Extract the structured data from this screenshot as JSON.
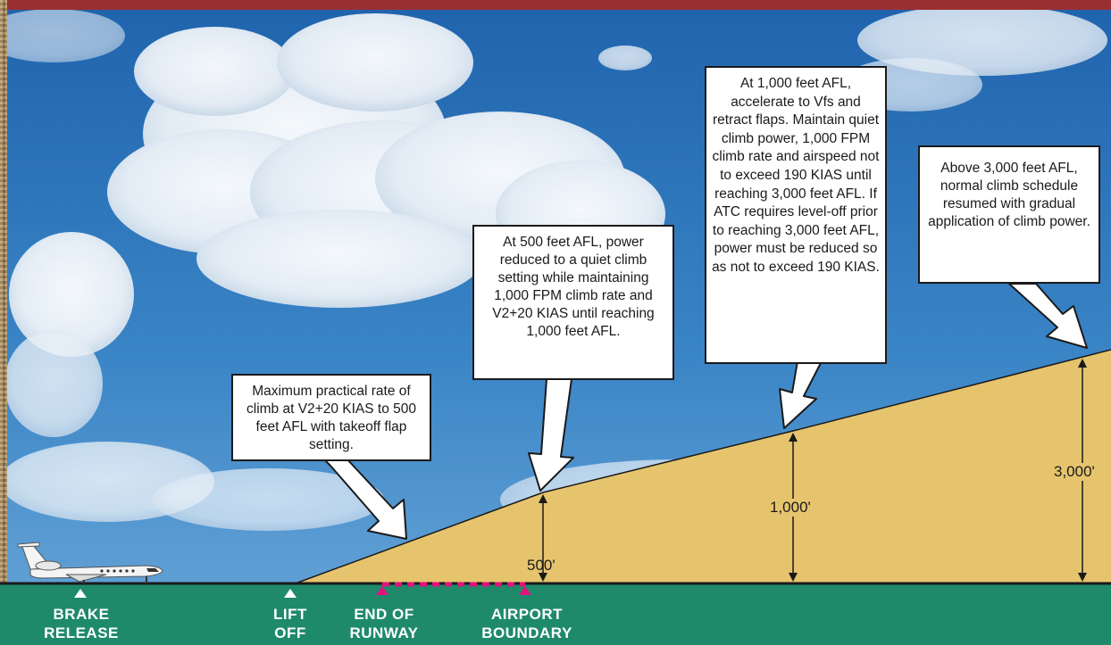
{
  "colors": {
    "header_bar": "#9a2f31",
    "sky": "#2a6fb3",
    "climb_area": "#e6c46e",
    "ground": "#1f8a6a",
    "runway_marker": "#e0127d",
    "border": "#a08660"
  },
  "callouts": {
    "initial_climb": "Maximum practical rate of climb at V2+20 KIAS to 500 feet AFL with takeoff flap setting.",
    "at_500": "At 500 feet AFL, power reduced to a quiet climb setting while maintaining 1,000 FPM climb rate and V2+20 KIAS until reaching 1,000 feet AFL.",
    "at_1000": "At 1,000 feet AFL, accelerate to Vfs and retract flaps. Maintain quiet climb power, 1,000 FPM climb rate and airspeed not to exceed 190 KIAS until reaching 3,000 feet AFL. If ATC requires level-off prior to reaching 3,000 feet AFL, power must be reduced so as not to exceed 190 KIAS.",
    "above_3000": "Above 3,000 feet AFL, normal climb schedule resumed with gradual application of climb power."
  },
  "altitudes": {
    "a500": "500'",
    "a1000": "1,000'",
    "a3000": "3,000'"
  },
  "ground_markers": {
    "brake_release": "BRAKE\nRELEASE",
    "lift_off": "LIFT\nOFF",
    "end_of_runway": "END OF\nRUNWAY",
    "airport_boundary": "AIRPORT\nBOUNDARY"
  }
}
